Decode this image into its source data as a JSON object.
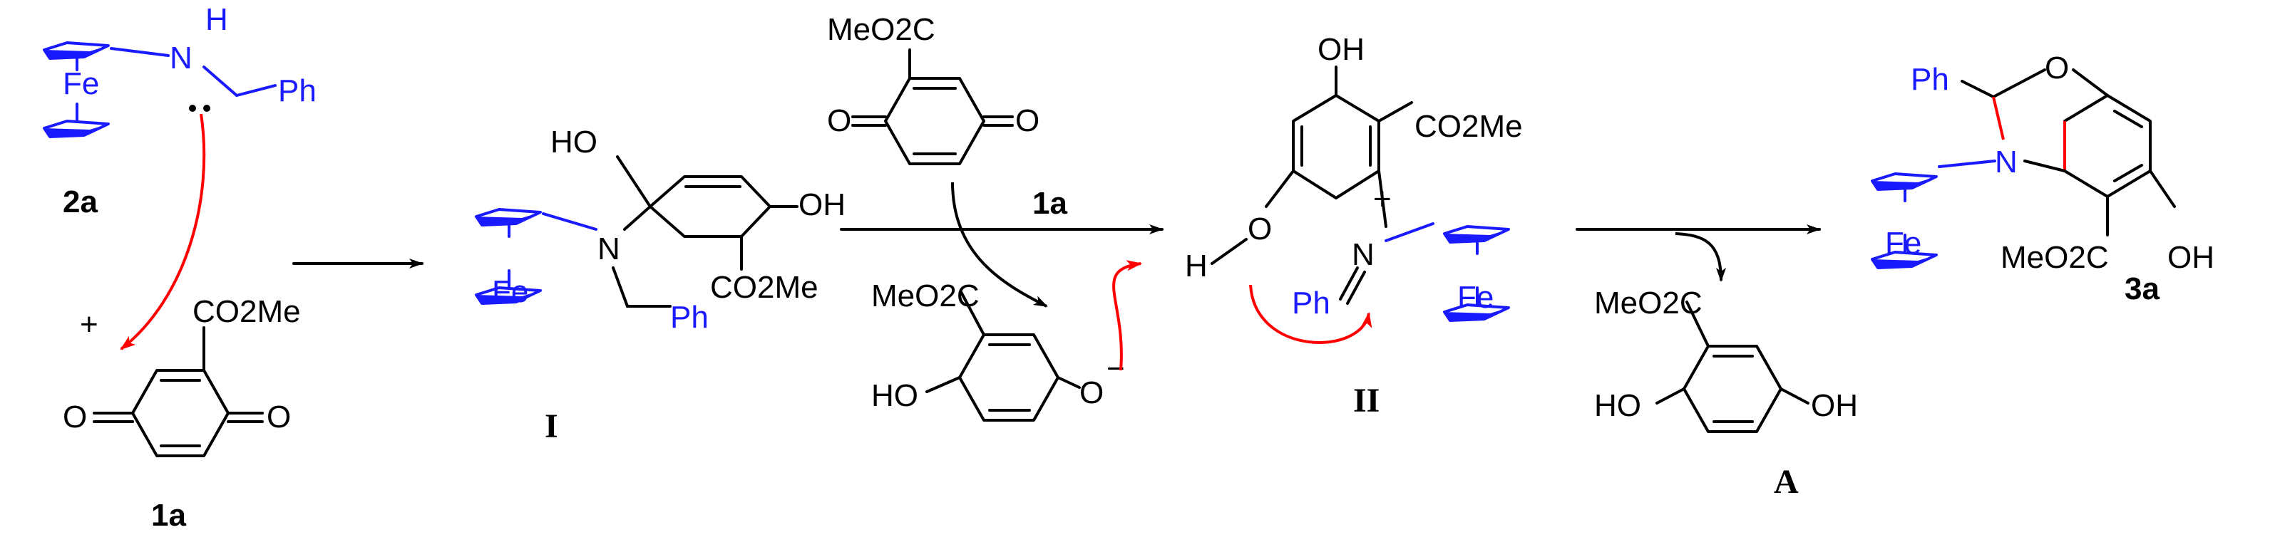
{
  "colors": {
    "ferrocene": "#1a1aff",
    "arrow_red": "#ff0000",
    "bond_black": "#000000"
  },
  "atoms": {
    "fe": "Fe",
    "h": "H",
    "n": "N",
    "n_plus": "+",
    "o": "O",
    "o_minus": "−",
    "ph": "Ph",
    "oh": "OH",
    "ho": "HO",
    "co2me": "CO2Me",
    "meo2c": "MeO2C",
    "plus_sign": "+"
  },
  "labels": {
    "amine": "2a",
    "quinone_left": "1a",
    "quinone_top": "1a",
    "intermediate_1": "I",
    "intermediate_2": "II",
    "byproduct": "A",
    "product": "3a"
  }
}
